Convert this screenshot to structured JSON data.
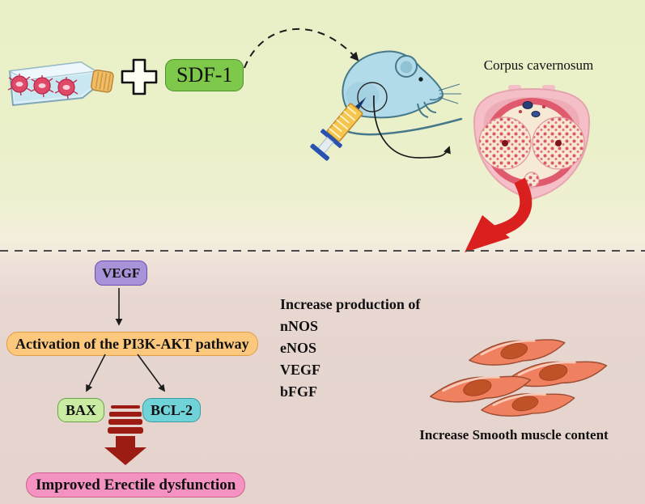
{
  "top_section": {
    "sdf1_badge": "SDF-1",
    "corpus_label": "Corpus cavernosum"
  },
  "pathway": {
    "vegf": "VEGF",
    "activation": "Activation of the PI3K-AKT pathway",
    "bax": "BAX",
    "bcl2": "BCL-2",
    "outcome": "Improved Erectile dysfunction"
  },
  "production": {
    "title": "Increase production of",
    "items": [
      "nNOS",
      "eNOS",
      "VEGF",
      "bFGF"
    ]
  },
  "smooth_muscle": {
    "caption": "Increase Smooth muscle content"
  },
  "icons": {
    "flask": "cell-culture-flask-icon",
    "plus": "plus-icon",
    "syringe": "syringe-icon",
    "mouse": "mouse-illustration",
    "corpus": "corpus-cavernosum-cross-section",
    "striped_arrow": "striped-down-arrow-icon",
    "muscle_cells": "smooth-muscle-cells-illustration"
  },
  "colors": {
    "background_top": "#e9efc6",
    "background_bottom": "#e5d4ce",
    "sdf1_green": "#7ec84b",
    "vegf_purple": "#a893d8",
    "pathway_orange": "#fcc87d",
    "bax_green": "#c9eca2",
    "bcl2_cyan": "#6fd3d7",
    "outcome_pink": "#f493c1",
    "big_arrow_red": "#da1f1f",
    "striped_arrow_dark_red": "#9c1b12"
  }
}
